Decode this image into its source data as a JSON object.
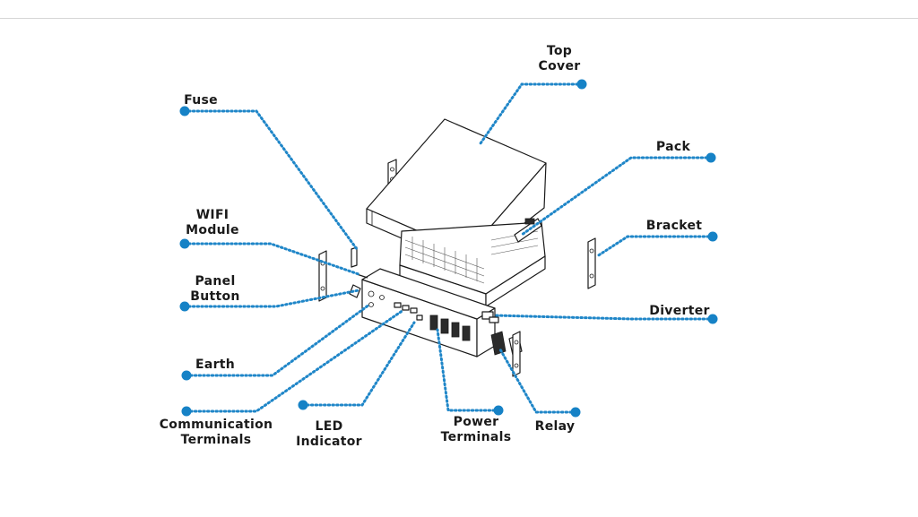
{
  "labels": {
    "top_cover": [
      "Top",
      "Cover"
    ],
    "fuse": "Fuse",
    "pack": "Pack",
    "wifi_module": [
      "WIFI",
      "Module"
    ],
    "bracket": "Bracket",
    "panel_button": [
      "Panel",
      "Button"
    ],
    "diverter": "Diverter",
    "earth": "Earth",
    "communication_terminals": [
      "Communication",
      "Terminals"
    ],
    "led_indicator": [
      "LED",
      "Indicator"
    ],
    "power_terminals": [
      "Power",
      "Terminals"
    ],
    "relay": "Relay"
  },
  "colors": {
    "leader": "#1f86c8",
    "dot": "#1682c6",
    "line_art": "#1a1a1a",
    "divider": "#d6d6d6"
  }
}
